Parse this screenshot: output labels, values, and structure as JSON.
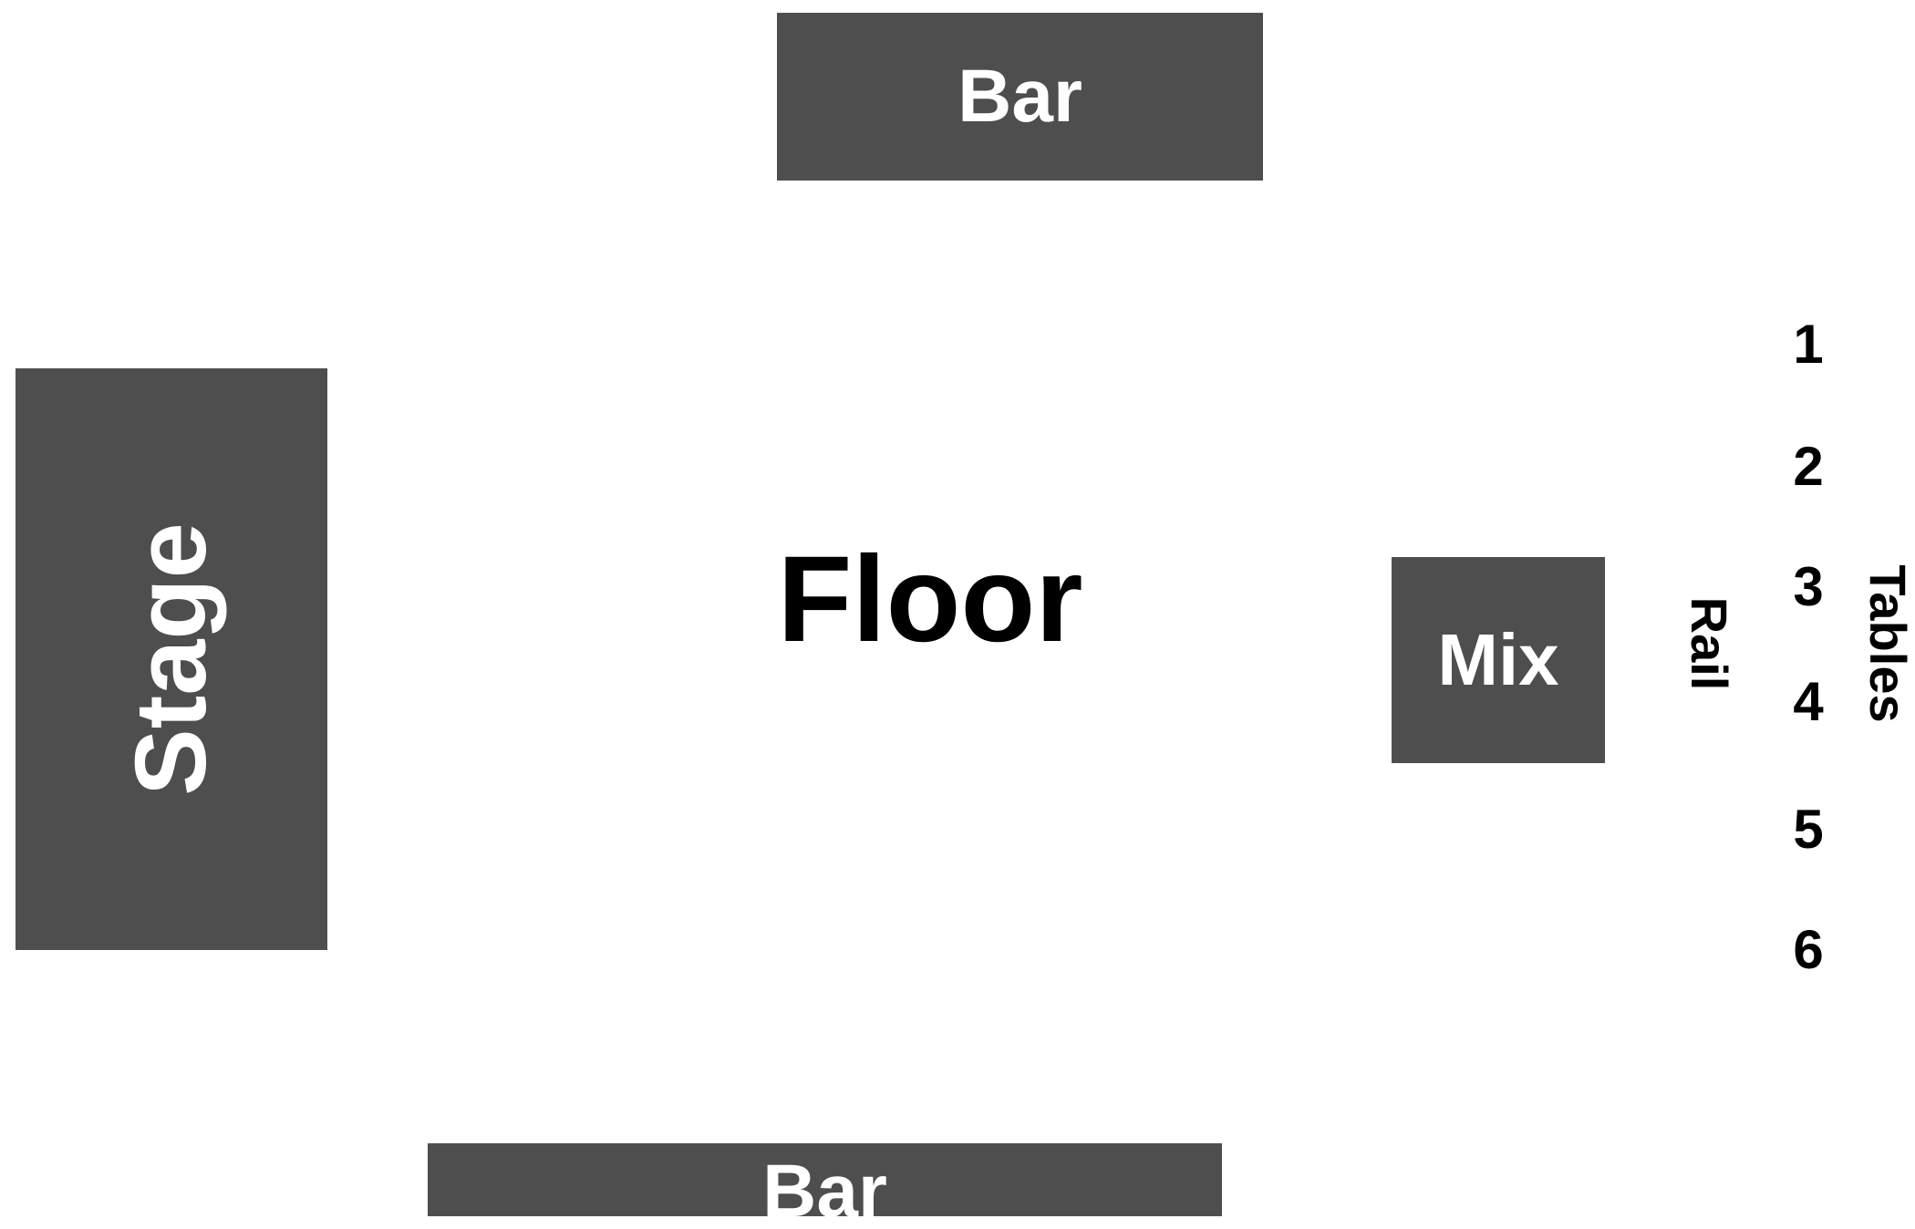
{
  "venue_map": {
    "bar_top_label": "Bar",
    "bar_bottom_label": "Bar",
    "stage_label": "Stage",
    "floor_label": "Floor",
    "mix_label": "Mix",
    "rail_label": "Rail",
    "tables_label": "Tables",
    "table_numbers": [
      "1",
      "2",
      "3",
      "4",
      "5",
      "6"
    ]
  },
  "colors": {
    "block_fill": "#4e4e4e",
    "block_text": "#ffffff",
    "label_text": "#000000",
    "background": "#ffffff"
  }
}
